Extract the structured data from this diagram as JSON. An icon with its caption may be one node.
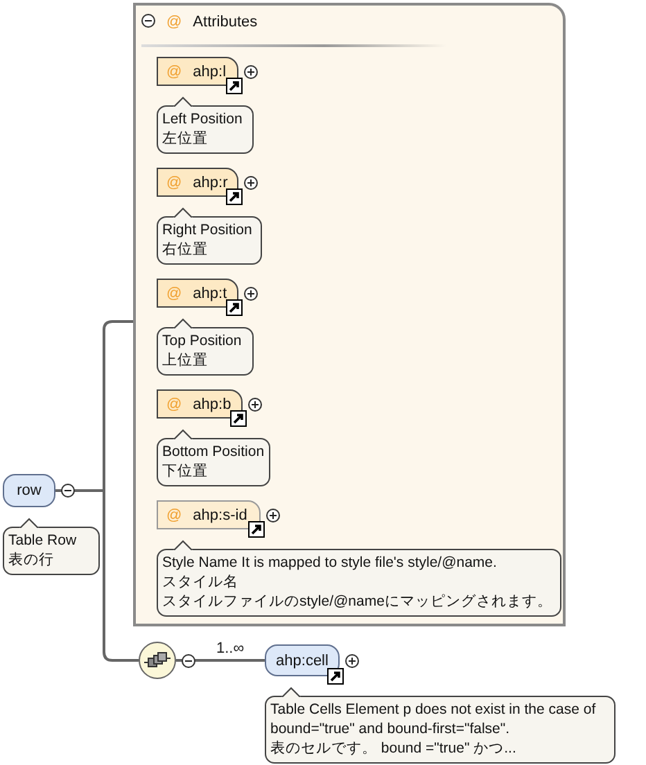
{
  "diagram": {
    "nodes": [
      {
        "text": [
          "row"
        ],
        "beside": [
          "Table Row",
          "表の行"
        ]
      },
      {
        "text": [
          "@",
          "Attributes"
        ]
      },
      {
        "text": [
          "@",
          "ahp:l"
        ],
        "in": 1,
        "beside": [
          "Left Position",
          "左位置"
        ]
      },
      {
        "text": [
          "@",
          "ahp:r"
        ],
        "in": 1,
        "beside": [
          "Right Position",
          "右位置"
        ]
      },
      {
        "text": [
          "@",
          "ahp:t"
        ],
        "in": 1,
        "beside": [
          "Top Position",
          "上位置"
        ]
      },
      {
        "text": [
          "@",
          "ahp:b"
        ],
        "in": 1,
        "beside": [
          "Bottom Position",
          "下位置"
        ]
      },
      {
        "text": [
          "@",
          "ahp:s-id"
        ],
        "in": 1,
        "beside": [
          "Style Name It is mapped to style file's style/@name.",
          "スタイル名",
          "スタイルファイルのstyle/@nameにマッピングされます。"
        ]
      },
      {
        "text": [],
        "shape": "circle"
      },
      {
        "text": [
          "ahp:cell"
        ],
        "beside": [
          "Table Cells Element p does not exist in the case of bound=\"true\" and bound-first=\"false\".",
          "表のセルです。 bound =\"true\" かつ..."
        ]
      }
    ],
    "edges": [
      {
        "from": 0,
        "to": 1,
        "arrow": "none"
      },
      {
        "from": 0,
        "to": 7,
        "arrow": "none"
      },
      {
        "from": 7,
        "to": 8,
        "arrow": "none",
        "label": "1..∞"
      }
    ]
  }
}
